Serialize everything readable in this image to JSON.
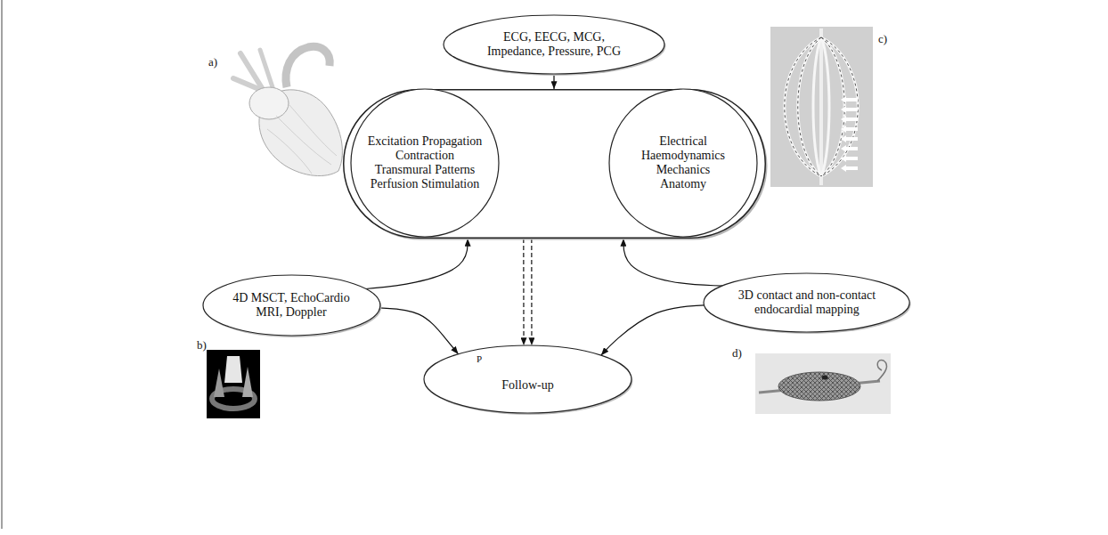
{
  "diagram": {
    "nodes": [
      {
        "text": [
          "ECG, EECG, MCG, Impedance, Pressure, PCG"
        ]
      },
      {
        "text": []
      },
      {
        "text": [
          "Excitation Propagation Contraction Transmural Patterns Perfusion Stimulation"
        ],
        "in": 1
      },
      {
        "text": [
          "Electrical Haemodynamics Mechanics Anatomy"
        ],
        "in": 1
      },
      {
        "text": [
          "4D MSCT, EchoCardio MRI, Doppler"
        ]
      },
      {
        "text": [
          "3D contact and non-contact endocardial mapping"
        ]
      },
      {
        "text": [
          "P",
          "Follow-up"
        ]
      }
    ],
    "edges": [
      {
        "from": 0,
        "to": 1,
        "arrow": "to"
      },
      {
        "from": 4,
        "to": 1,
        "arrow": "to"
      },
      {
        "from": 4,
        "to": 6,
        "arrow": "to"
      },
      {
        "from": 5,
        "to": 1,
        "arrow": "to"
      },
      {
        "from": 5,
        "to": 6,
        "arrow": "to"
      },
      {
        "from": 1,
        "to": 6,
        "arrow": "to"
      },
      {
        "from": 1,
        "to": 6,
        "arrow": "to"
      }
    ],
    "labels": [
      "a)",
      "b)",
      "c)",
      "d)"
    ]
  }
}
